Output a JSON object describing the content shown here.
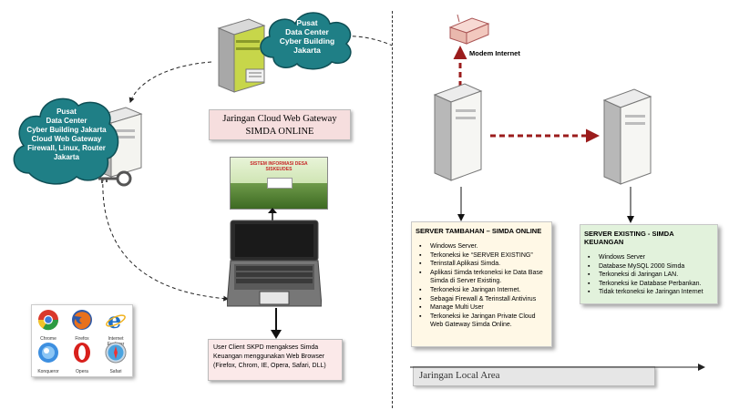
{
  "cloud_top": {
    "lines": [
      "Pusat",
      "Data Center",
      "Cyber Building",
      "Jakarta"
    ]
  },
  "cloud_left": {
    "lines": [
      "Pusat",
      "Data Center",
      "Cyber Building Jakarta",
      "Cloud Web Gateway",
      "Firewall, Linux, Router",
      "Jakarta"
    ]
  },
  "title_box": {
    "line1": "Jaringan Cloud Web Gateway",
    "line2": "SIMDA ONLINE"
  },
  "web_thumb": {
    "header": "SISTEM INFORMASI DESA",
    "sub": "SISKEUDES"
  },
  "modem_label": "Modem Internet",
  "server_tambahan": {
    "title": "SERVER TAMBAHAN – SIMDA ONLINE",
    "items": [
      "Windows Server.",
      "Terkoneksi ke “SERVER EXISTING”",
      "Terinstall Aplikasi Simda.",
      "Aplikasi Simda terkoneksi ke Data Base Simda di Server Existing.",
      "Terkoneksi ke Jaringan Internet.",
      "Sebagai Firewall & Terinstall Antivirus",
      "Manage Multi User",
      "Terkoneksi ke Jaringan Private Cloud Web Gateway Simda Online."
    ]
  },
  "server_existing": {
    "title": "SERVER EXISTING - SIMDA KEUANGAN",
    "items": [
      "Windows Server",
      "Database MySQL 2000 Simda",
      "Terkoneksi di Jaringan LAN.",
      "Terkoneksi ke Database Perbankan.",
      "Tidak terkoneksi ke Jaringan Internet"
    ]
  },
  "client_box": {
    "text": "User Client SKPD mengakses Simda Keuangan menggunakan Web Browser (Firefox, Chrom, IE, Opera, Safari, DLL)"
  },
  "lan_label": "Jaringan Local Area",
  "browsers": [
    "Chrome",
    "Firefox",
    "Internet Explorer",
    "Konqueror",
    "Opera",
    "Safari"
  ],
  "colors": {
    "cloud": "#1f7f86",
    "arrow_red": "#9b1c1c",
    "panel_bg": "#fff8e6",
    "title_bg": "#f6dede",
    "lan_bg": "#e6e6e6",
    "client_bg": "#fbe9e9"
  }
}
